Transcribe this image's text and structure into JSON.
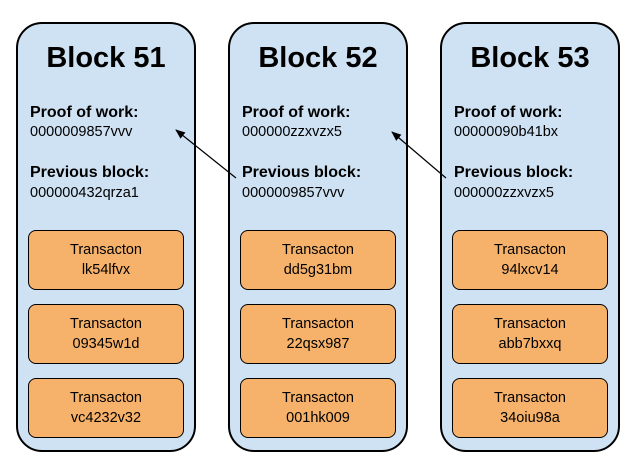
{
  "blocks": [
    {
      "title": "Block 51",
      "proof_label": "Proof of work:",
      "proof_value": "0000009857vvv",
      "prev_label": "Previous block:",
      "prev_value": "000000432qrza1",
      "transactions": [
        {
          "label": "Transacton",
          "id": "lk54lfvx"
        },
        {
          "label": "Transacton",
          "id": "09345w1d"
        },
        {
          "label": "Transacton",
          "id": "vc4232v32"
        }
      ]
    },
    {
      "title": "Block 52",
      "proof_label": "Proof of work:",
      "proof_value": "000000zzxvzx5",
      "prev_label": "Previous block:",
      "prev_value": "0000009857vvv",
      "transactions": [
        {
          "label": "Transacton",
          "id": "dd5g31bm"
        },
        {
          "label": "Transacton",
          "id": "22qsx987"
        },
        {
          "label": "Transacton",
          "id": "001hk009"
        }
      ]
    },
    {
      "title": "Block 53",
      "proof_label": "Proof of work:",
      "proof_value": "00000090b41bx",
      "prev_label": "Previous block:",
      "prev_value": "000000zzxvzx5",
      "transactions": [
        {
          "label": "Transacton",
          "id": "94lxcv14"
        },
        {
          "label": "Transacton",
          "id": "abb7bxxq"
        },
        {
          "label": "Transacton",
          "id": "34oiu98a"
        }
      ]
    }
  ],
  "colors": {
    "block_fill": "#cfe2f3",
    "transaction_fill": "#f6b26b",
    "outline": "#000000"
  }
}
